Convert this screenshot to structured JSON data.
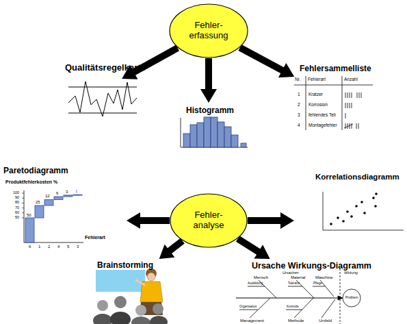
{
  "diagram": {
    "nodes": [
      {
        "text": [
          "Fehler- erfassung"
        ]
      },
      {
        "text": [
          "Qualitätsregelkarte"
        ]
      },
      {
        "text": [
          "Histogramm"
        ]
      },
      {
        "text": [
          "Fehlersammelliste"
        ]
      },
      {
        "text": [
          "Paretodiagramm"
        ]
      },
      {
        "text": [
          "Fehler- analyse"
        ]
      },
      {
        "text": [
          "Korrelationsdiagramm"
        ]
      },
      {
        "text": [
          "Brainstorming"
        ]
      },
      {
        "text": [
          "Ursache Wirkungs-Diagramm"
        ]
      }
    ],
    "edges": [
      {
        "from": 0,
        "to": 1,
        "arrow": "to"
      },
      {
        "from": 0,
        "to": 2,
        "arrow": "to"
      },
      {
        "from": 0,
        "to": 3,
        "arrow": "to"
      },
      {
        "from": 5,
        "to": 4,
        "arrow": "to"
      },
      {
        "from": 5,
        "to": 6,
        "arrow": "to"
      },
      {
        "from": 5,
        "to": 7,
        "arrow": "to"
      },
      {
        "from": 5,
        "to": 8,
        "arrow": "to"
      }
    ],
    "labels": [
      "Nr.",
      "Fehlerart",
      "Anzahl",
      "1",
      "Kratzer",
      "2",
      "Korrosion",
      "3",
      "fehlendes Teil",
      "4",
      "Montagefehler",
      "Produktfehlerkosten %",
      "100",
      "90",
      "80",
      "70",
      "60",
      "50",
      "50",
      "25",
      "12",
      "6",
      "3",
      "1",
      "6",
      "1",
      "2",
      "4",
      "5",
      "3",
      "Fehlerart",
      "Ursachen",
      "Wirkung",
      "Mensch",
      "Material",
      "Maschine",
      "Management",
      "Methode",
      "Umfeld",
      "Problem",
      "Ausbildung",
      "Toleranz",
      "Pflege",
      "Organisation",
      "Kontrolle"
    ]
  }
}
